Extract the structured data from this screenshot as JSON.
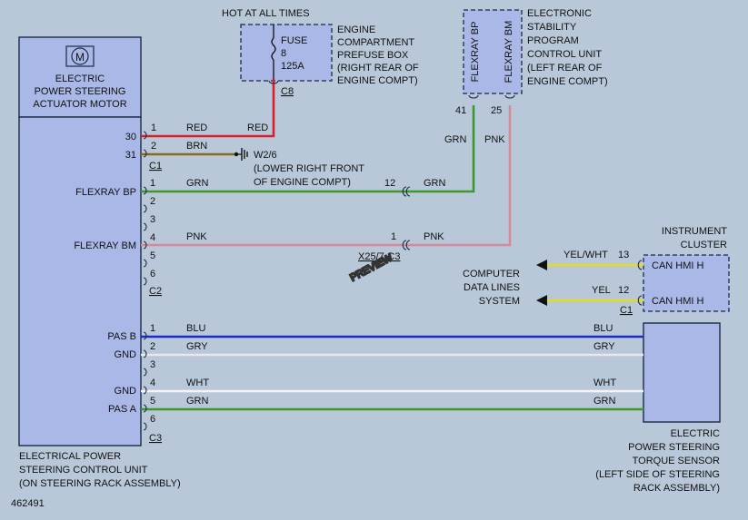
{
  "diagram_id": "462491",
  "hot_label": "HOT AT ALL TIMES",
  "watermark": "PREVIEW",
  "eps_control_unit": {
    "name_lines": [
      "ELECTRICAL POWER",
      "STEERING CONTROL UNIT",
      "(ON STEERING RACK ASSEMBLY)"
    ],
    "motor_lines": [
      "ELECTRIC",
      "POWER STEERING",
      "ACTUATOR MOTOR"
    ],
    "motor_symbol": "M",
    "pins": {
      "motor_pin_30": "30",
      "motor_pin_31": "31",
      "flexray_bp": "FLEXRAY BP",
      "flexray_bm": "FLEXRAY BM",
      "pas_b": "PAS B",
      "gnd_1": "GND",
      "gnd_2": "GND",
      "pas_a": "PAS A"
    }
  },
  "connectors": {
    "c1": "C1",
    "c2": "C2",
    "c3": "C3",
    "c8": "C8",
    "c1_cluster": "C1",
    "c1_pins": [
      "1",
      "2"
    ],
    "c2_pins": [
      "1",
      "2",
      "3",
      "4",
      "5",
      "6"
    ],
    "c3_pins": [
      "1",
      "2",
      "3",
      "4",
      "5",
      "6"
    ]
  },
  "fuse_box": {
    "fuse_lines": [
      "FUSE",
      "8",
      "125A"
    ],
    "label_lines": [
      "ENGINE",
      "COMPARTMENT",
      "PREFUSE BOX",
      "(RIGHT REAR OF",
      "ENGINE COMPT)"
    ]
  },
  "ground": {
    "id": "W2/6",
    "location_lines": [
      "(LOWER RIGHT FRONT",
      "OF ENGINE COMPT)"
    ]
  },
  "esp_unit": {
    "label_lines": [
      "ELECTRONIC",
      "STABILITY",
      "PROGRAM",
      "CONTROL UNIT",
      "(LEFT REAR OF",
      "ENGINE COMPT)"
    ],
    "pin_bp_label": "FLEXRAY BP",
    "pin_bm_label": "FLEXRAY BM",
    "pin_bp": "41",
    "pin_bm": "25"
  },
  "inline_connector": {
    "pin_12": "12",
    "pin_1": "1",
    "label": "X25/7-C3"
  },
  "instrument_cluster": {
    "label_lines": [
      "INSTRUMENT",
      "CLUSTER"
    ],
    "pin_13": "13",
    "pin_12": "12",
    "can_1": "CAN HMI H",
    "can_2": "CAN HMI H"
  },
  "computer_data_lines": [
    "COMPUTER",
    "DATA LINES",
    "SYSTEM"
  ],
  "torque_sensor": {
    "label_lines": [
      "ELECTRIC",
      "POWER STEERING",
      "TORQUE SENSOR",
      "(LEFT SIDE OF STEERING",
      "RACK ASSEMBLY)"
    ]
  },
  "wire_colors": {
    "red": "RED",
    "brn": "BRN",
    "grn": "GRN",
    "pnk": "PNK",
    "blu": "BLU",
    "gry": "GRY",
    "wht": "WHT",
    "yel_wht": "YEL/WHT",
    "yel": "YEL"
  },
  "colors": {
    "red": "#d8202a",
    "brn": "#8a6a1c",
    "grn": "#3c9a2c",
    "pnk": "#d48a98",
    "blu": "#1c2ad0",
    "gry": "#e8e8ec",
    "wht": "#f4f4f4",
    "yel": "#e4dc1c",
    "module": "#a9b8e6"
  }
}
